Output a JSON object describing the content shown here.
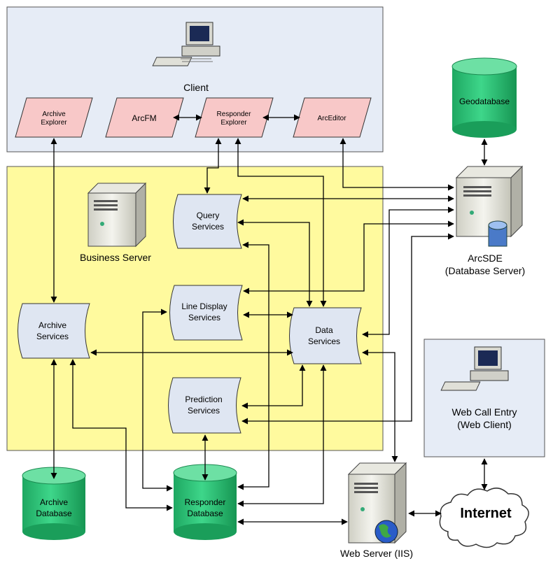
{
  "client": {
    "title": "Client"
  },
  "client_apps": {
    "archive_explorer": [
      "Archive",
      "Explorer"
    ],
    "arcfm": "ArcFM",
    "responder_explorer": [
      "Responder",
      "Explorer"
    ],
    "arceditor": "ArcEditor"
  },
  "business_server": {
    "title": "Business Server"
  },
  "services": {
    "query": [
      "Query",
      "Services"
    ],
    "line_display": [
      "Line Display",
      "Services"
    ],
    "archive": [
      "Archive",
      "Services"
    ],
    "data": [
      "Data",
      "Services"
    ],
    "prediction": [
      "Prediction",
      "Services"
    ]
  },
  "databases": {
    "geodatabase": "Geodatabase",
    "archive": [
      "Archive",
      "Database"
    ],
    "responder": [
      "Responder",
      "Database"
    ]
  },
  "arcsde": [
    "ArcSDE",
    "(Database Server)"
  ],
  "web_client": [
    "Web Call Entry",
    "(Web Client)"
  ],
  "web_server": "Web Server (IIS)",
  "internet": "Internet",
  "colors": {
    "client_bg": "#e6ecf6",
    "business_bg": "#fffa9e",
    "app_fill": "#f8c8c8",
    "service_fill": "#dfe6f2",
    "db_fill": "#2ec27a",
    "db_top": "#6de0a4"
  }
}
